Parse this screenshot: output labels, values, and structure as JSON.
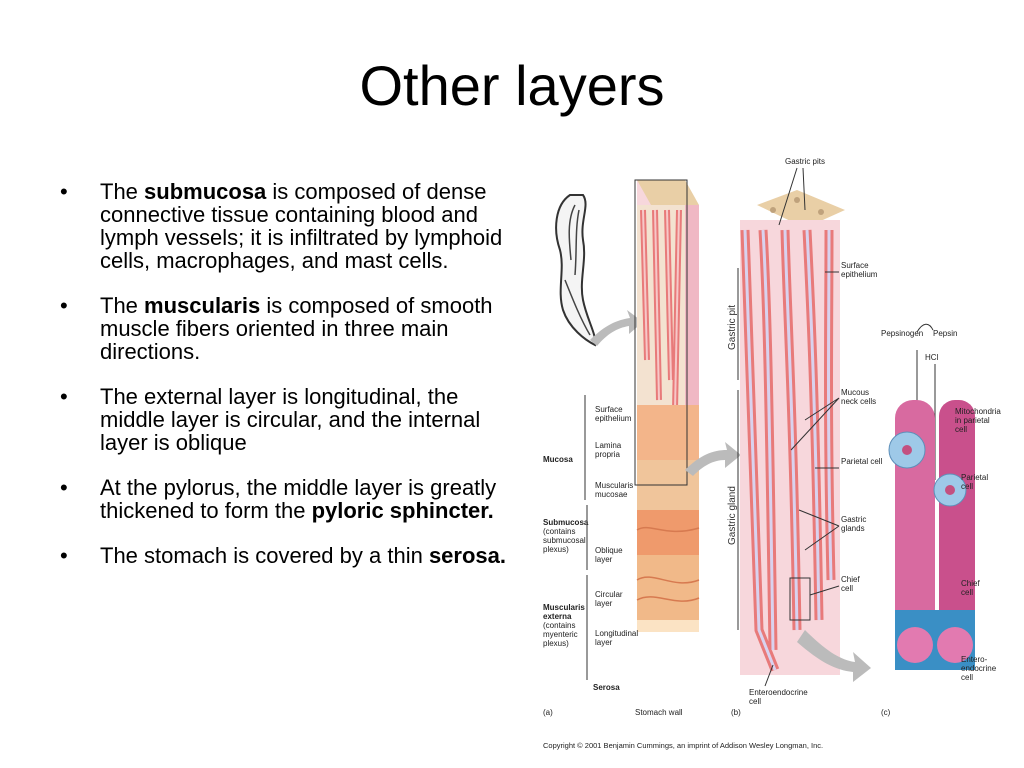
{
  "slide": {
    "title": "Other layers"
  },
  "bullets": [
    {
      "parts": [
        {
          "t": "The ",
          "b": false
        },
        {
          "t": "submucosa",
          "b": true
        },
        {
          "t": " is composed of dense connective tissue containing blood and lymph vessels; it is infiltrated by lymphoid cells, macrophages, and mast cells.",
          "b": false
        }
      ]
    },
    {
      "parts": [
        {
          "t": "The ",
          "b": false
        },
        {
          "t": "muscularis",
          "b": true
        },
        {
          "t": " is composed of smooth muscle fibers oriented in three main directions.",
          "b": false
        }
      ]
    },
    {
      "parts": [
        {
          "t": "The external layer is longitudinal, the middle layer is circular, and the internal layer is oblique",
          "b": false
        }
      ]
    },
    {
      "parts": [
        {
          "t": "At the pylorus, the middle layer is greatly thickened to form the ",
          "b": false
        },
        {
          "t": "pyloric sphincter.",
          "b": true
        }
      ]
    },
    {
      "parts": [
        {
          "t": "The stomach is covered by a thin ",
          "b": false
        },
        {
          "t": "serosa.",
          "b": true
        }
      ]
    }
  ],
  "bullet_glyph": "•",
  "figure": {
    "labels": {
      "gastric_pits": "Gastric pits",
      "surface_epithelium_1": "Surface",
      "surface_epithelium_2": "epithelium",
      "gastric_pit": "Gastric pit",
      "gastric_gland": "Gastric gland",
      "mucous_neck_1": "Mucous",
      "mucous_neck_2": "neck cells",
      "parietal_cell": "Parietal cell",
      "gastric_glands_1": "Gastric",
      "gastric_glands_2": "glands",
      "chief_cell_1": "Chief",
      "chief_cell_2": "cell",
      "pepsinogen": "Pepsinogen",
      "pepsin": "Pepsin",
      "hcl": "HCl",
      "mito_1": "Mitochondria",
      "mito_2": "in parietal",
      "mito_3": "cell",
      "parietal_c_1": "Parietal",
      "parietal_c_2": "cell",
      "chief_c_1": "Chief",
      "chief_c_2": "cell",
      "entero_c_1": "Entero-",
      "entero_c_2": "endocrine",
      "entero_c_3": "cell",
      "entero_b_1": "Enteroendocrine",
      "entero_b_2": "cell",
      "surface_a_1": "Surface",
      "surface_a_2": "epithelium",
      "lamina_1": "Lamina",
      "lamina_2": "propria",
      "musc_muc_1": "Muscularis",
      "musc_muc_2": "mucosae",
      "mucosa": "Mucosa",
      "submucosa_1": "Submucosa",
      "submucosa_2": "(contains",
      "submucosa_3": "submucosal",
      "submucosa_4": "plexus)",
      "oblique_1": "Oblique",
      "oblique_2": "layer",
      "circular_1": "Circular",
      "circular_2": "layer",
      "longit_1": "Longitudinal",
      "longit_2": "layer",
      "musc_ext_1": "Muscularis",
      "musc_ext_2": "externa",
      "musc_ext_3": "(contains",
      "musc_ext_4": "myenteric",
      "musc_ext_5": "plexus)",
      "serosa": "Serosa",
      "stomach_wall": "Stomach wall",
      "panel_a": "(a)",
      "panel_b": "(b)",
      "panel_c": "(c)",
      "copyright": "Copyright © 2001 Benjamin Cummings, an imprint of Addison Wesley Longman, Inc."
    }
  }
}
